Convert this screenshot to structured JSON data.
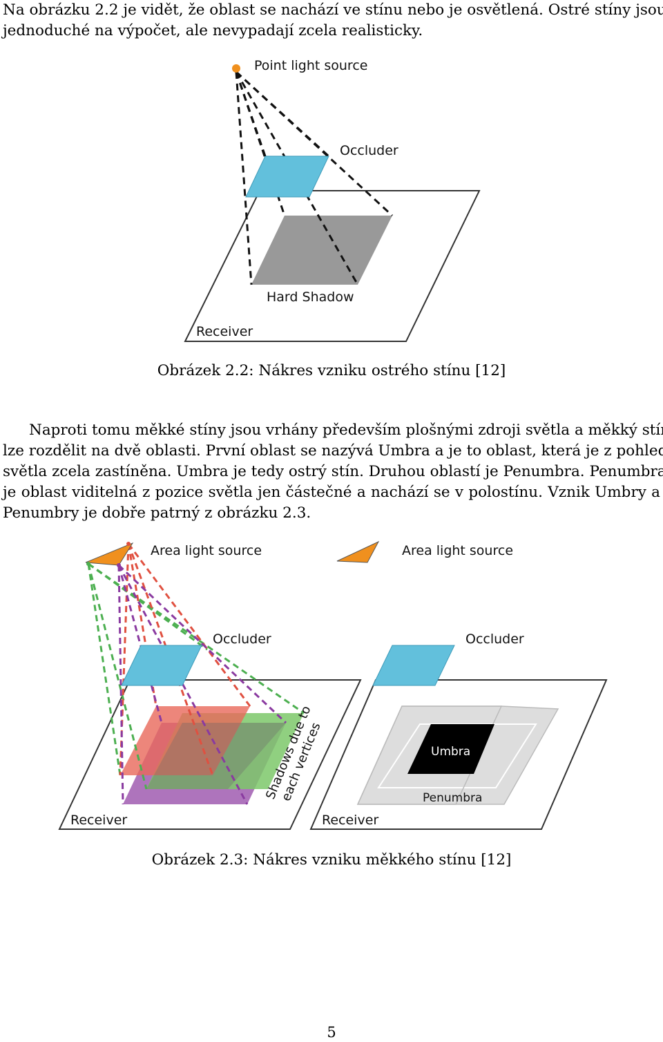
{
  "intro_paragraph": {
    "lines": [
      "Na obrázku 2.2 je vidět, že oblast se nachází ve stínu nebo je osvětlená. Ostré stíny jsou",
      "jednoduché na výpočet, ale nevypadají zcela realisticky."
    ]
  },
  "figure_2_2": {
    "labels": {
      "light": "Point light source",
      "occluder": "Occluder",
      "shadow": "Hard Shadow",
      "receiver": "Receiver"
    },
    "caption": "Obrázek 2.2: Nákres vzniku ostrého stínu [12]"
  },
  "body_paragraph": {
    "lines": [
      "Naproti tomu měkké stíny jsou vrhány především plošnými zdroji světla a měkký stín",
      "lze rozdělit na dvě oblasti. První oblast se nazývá Umbra a je to oblast, která je z pohledu",
      "světla zcela zastíněna. Umbra je tedy ostrý stín. Druhou oblastí je Penumbra. Penumbra",
      "je oblast viditelná z pozice světla jen částečné a nachází se v polostínu. Vznik Umbry a",
      "Penumbry je dobře patrný z obrázku 2.3."
    ]
  },
  "figure_2_3": {
    "left": {
      "light": "Area light source",
      "occluder": "Occluder",
      "shadows_note_line1": "Shadows due to",
      "shadows_note_line2": "each vertices",
      "receiver": "Receiver"
    },
    "right": {
      "light": "Area light source",
      "occluder": "Occluder",
      "umbra": "Umbra",
      "penumbra": "Penumbra",
      "receiver": "Receiver"
    },
    "caption": "Obrázek 2.3: Nákres vzniku měkkého stínu [12]"
  },
  "page_number": "5",
  "colors": {
    "occluder": "#62c0dc",
    "hard_shadow": "#999999",
    "light": "#f0901e",
    "shadow_red": "#e8685a",
    "shadow_green": "#7dc86a",
    "shadow_purple": "#a05cb0",
    "umbra": "#000000",
    "penumbra": "#dddddd"
  }
}
